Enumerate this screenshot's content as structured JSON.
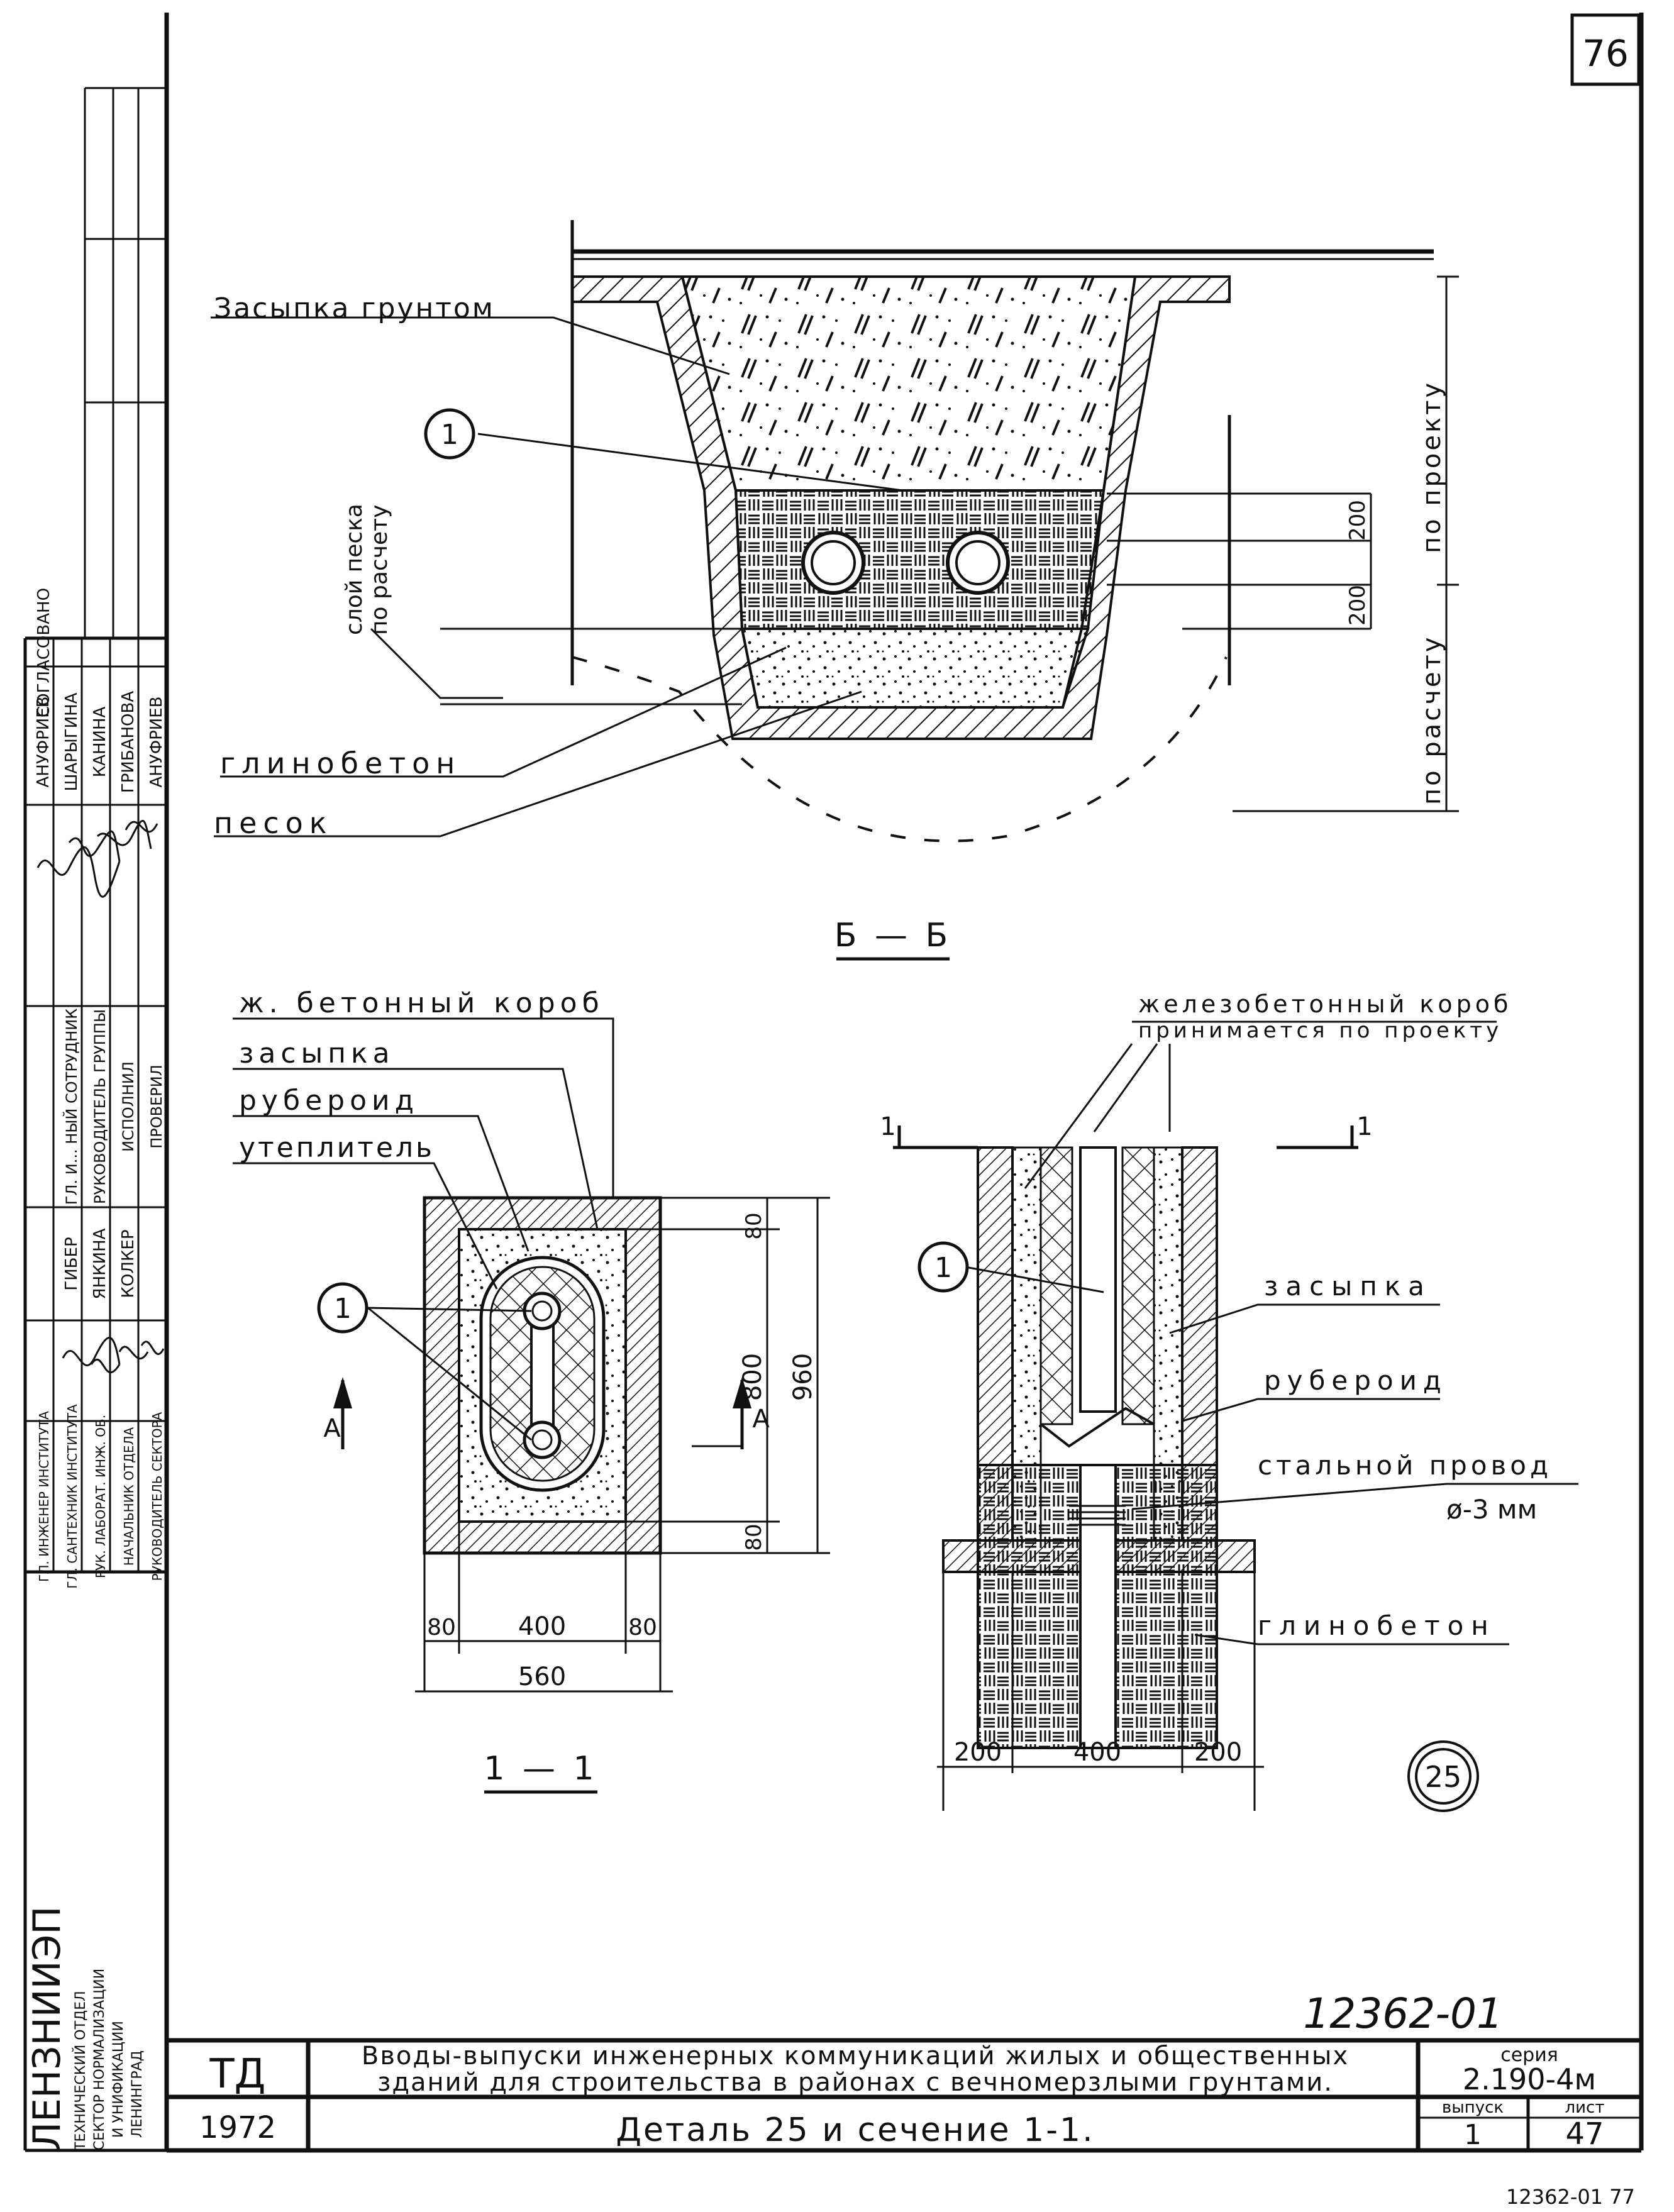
{
  "sheet_number": "76",
  "tb_title_line1": "Вводы-выпуски инженерных коммуникаций жилых и общественных",
  "tb_title_line2": "зданий для строительства в районах с вечномерзлыми грунтами.",
  "tb_detail": "Деталь 25 и сечение 1-1.",
  "tb_code": "ТД",
  "tb_year": "1972",
  "tb_series_label": "серия",
  "tb_series": "2.190-4м",
  "tb_issue_label": "выпуск",
  "tb_issue": "1",
  "tb_sheet_label": "лист",
  "tb_sheet": "47",
  "doc_number": "12362-01",
  "footer_number": "12362-01 77",
  "org": {
    "name": "ЛЕНЗНИИЭП",
    "line1": "ТЕХНИЧЕСКИЙ ОТДЕЛ",
    "line2": "СЕКТОР НОРМАЛИЗАЦИИ",
    "line3": "И УНИФИКАЦИИ",
    "line4": "ЛЕНИНГРАД"
  },
  "stamp_header": "СОГЛАСОВАНО",
  "stamp_roles": [
    "ГЛ. ИНЖЕНЕР ИНСТИТУТА",
    "ГЛ. САНТЕХНИК ИНСТИТУТА",
    "РУК. ЛАБОРАТ. ИНЖ. ОБ.",
    "НАЧАЛЬНИК ОТДЕЛА",
    "РУКОВОДИТЕЛЬ СЕКТОРА"
  ],
  "stamp_roles2": [
    "ГЛ. И... НЫЙ СОТРУДНИК",
    "РУКОВОДИТЕЛЬ ГРУППЫ",
    "ИСПОЛНИЛ",
    "ПРОВЕРИЛ"
  ],
  "stamp_names": [
    "ГИБЕР",
    "ЯНКИНА",
    "КОЛКЕР"
  ],
  "stamp_names2": [
    "АНУФРИЕВ",
    "ШАРЫГИНА",
    "КАНИНА",
    "ГРИБАНОВА",
    "АНУФРИЕВ"
  ],
  "section_bb": {
    "title": "Б — Б",
    "label_fill": "Засыпка грунтом",
    "label_sand_layer_1": "слой песка",
    "label_sand_layer_2": "по расчету",
    "label_clay": "глинобетон",
    "label_sand": "песок",
    "dim_design": "по проекту",
    "dim_calc": "по расчету",
    "dim_200a": "200",
    "dim_200b": "200",
    "callout": "1"
  },
  "section_11": {
    "title": "1 — 1",
    "label_box": "ж. бетонный короб",
    "label_fill": "засыпка",
    "label_ruberoid": "рубероид",
    "label_insul": "утеплитель",
    "dim_80_top": "80",
    "dim_800": "800",
    "dim_960": "960",
    "dim_80_bot": "80",
    "dim_80_left": "80",
    "dim_400": "400",
    "dim_80_right": "80",
    "dim_560": "560",
    "cut_mark": "A",
    "callout": "1"
  },
  "section_aa": {
    "label_box_1": "железобетонный короб",
    "label_box_2": "принимается по проекту",
    "label_fill": "засыпка",
    "label_ruberoid": "рубероид",
    "label_wire": "стальной провод",
    "label_wire_dia": "ø-3 мм",
    "label_clay": "глинобетон",
    "dim_200_left": "200",
    "dim_400": "400",
    "dim_200_right": "200",
    "cut_mark": "1",
    "callout": "1"
  },
  "detail_number": "25"
}
